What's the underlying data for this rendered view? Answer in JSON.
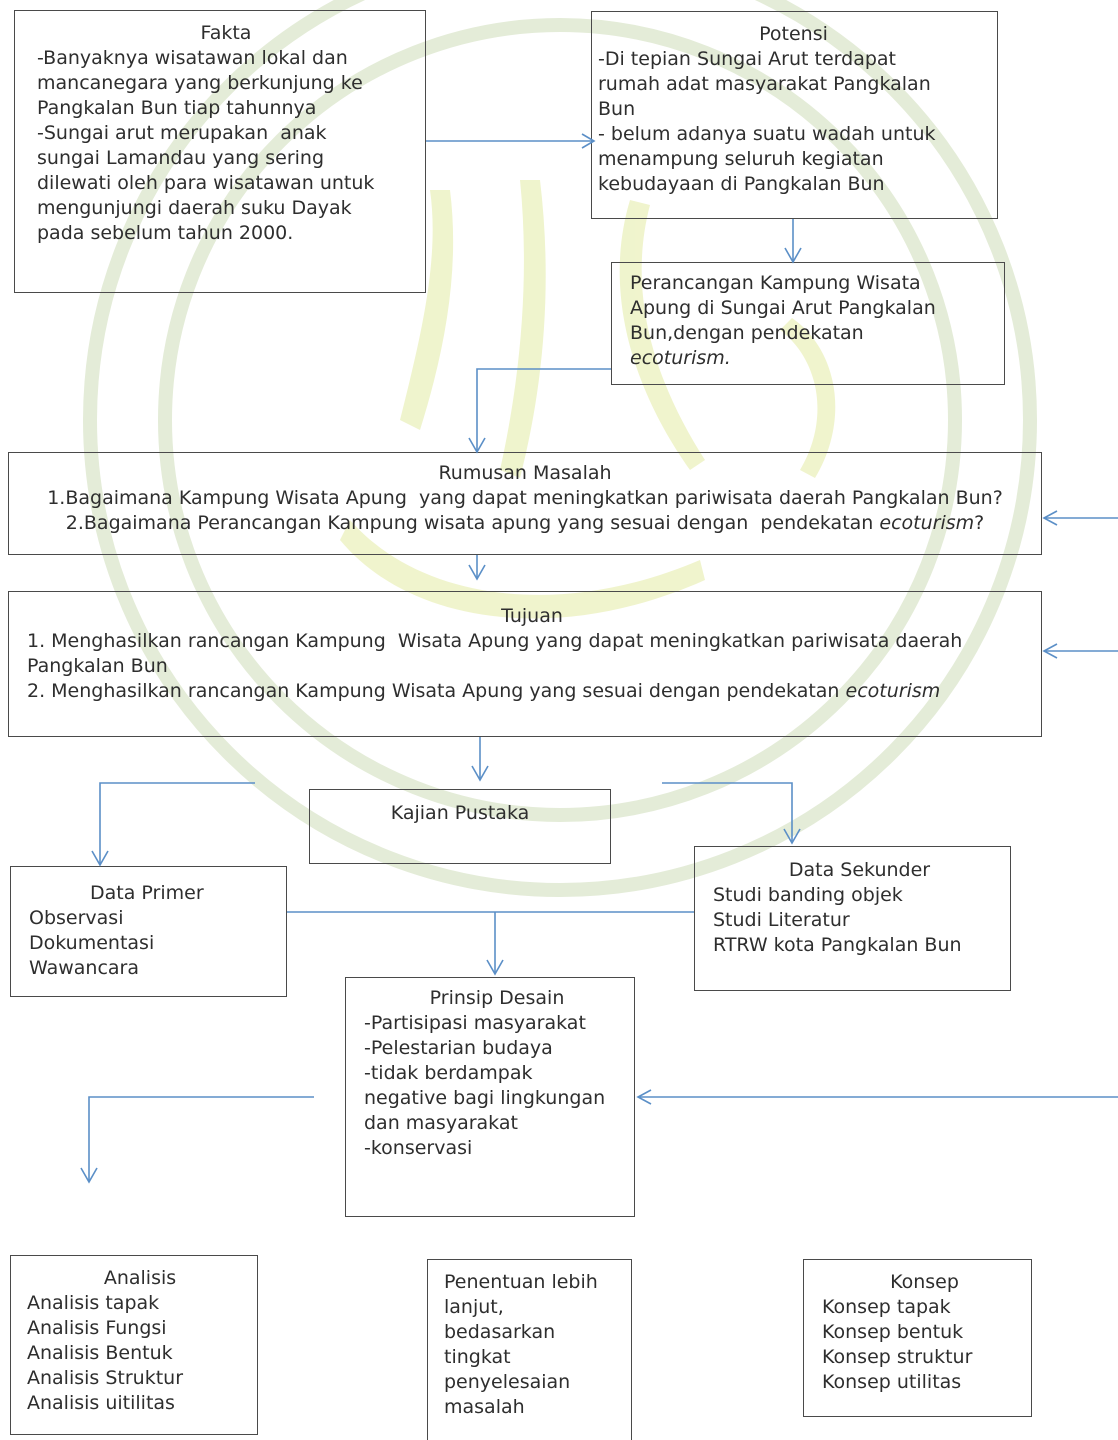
{
  "boxes": {
    "fakta": {
      "title": "Fakta",
      "lines": [
        "-Banyaknya wisatawan lokal dan",
        "mancanegara yang berkunjung ke",
        "Pangkalan Bun tiap tahunnya",
        "-Sungai arut merupakan  anak",
        "sungai Lamandau yang sering",
        "dilewati oleh para wisatawan untuk",
        "mengunjungi daerah suku Dayak",
        "pada sebelum tahun 2000."
      ]
    },
    "potensi": {
      "title": "Potensi",
      "lines": [
        "-Di tepian Sungai Arut terdapat",
        "rumah adat masyarakat Pangkalan",
        "Bun",
        "- belum adanya suatu wadah untuk",
        "menampung seluruh kegiatan",
        "kebudayaan di Pangkalan Bun"
      ]
    },
    "perancangan": {
      "lines": [
        "Perancangan Kampung Wisata",
        "Apung di Sungai Arut Pangkalan",
        "Bun,dengan pendekatan"
      ],
      "italic": "ecoturism."
    },
    "rumusan": {
      "title": "Rumusan Masalah",
      "line1": "1.Bagaimana Kampung Wisata Apung  yang dapat meningkatkan pariwisata daerah Pangkalan Bun?",
      "line2_pre": "2.Bagaimana Perancangan Kampung wisata apung yang sesuai dengan  pendekatan ",
      "line2_italic": "ecoturism",
      "line2_post": "?"
    },
    "tujuan": {
      "title": "Tujuan",
      "line1a": "1. Menghasilkan rancangan Kampung  Wisata Apung yang dapat meningkatkan pariwisata daerah",
      "line1b": "Pangkalan Bun",
      "line2_pre": "2. Menghasilkan rancangan Kampung Wisata Apung yang sesuai dengan pendekatan ",
      "line2_italic": "ecoturism"
    },
    "kajian": {
      "title": "Kajian Pustaka"
    },
    "data_primer": {
      "title": "Data Primer",
      "lines": [
        "Observasi",
        "Dokumentasi",
        "Wawancara"
      ]
    },
    "data_sekunder": {
      "title": "Data Sekunder",
      "lines": [
        "Studi banding objek",
        "Studi Literatur",
        "RTRW kota Pangkalan Bun"
      ]
    },
    "prinsip": {
      "title": "Prinsip Desain",
      "lines": [
        "-Partisipasi masyarakat",
        "-Pelestarian budaya",
        "-tidak berdampak",
        "negative bagi lingkungan",
        "dan masyarakat",
        "-konservasi"
      ]
    },
    "analisis": {
      "title": "Analisis",
      "lines": [
        "Analisis tapak",
        "Analisis Fungsi",
        "Analisis Bentuk",
        "Analisis Struktur",
        "Analisis uitilitas"
      ]
    },
    "penentuan": {
      "lines": [
        "Penentuan lebih",
        "lanjut,",
        "bedasarkan",
        "tingkat",
        "penyelesaian",
        "masalah"
      ]
    },
    "konsep": {
      "title": "Konsep",
      "lines": [
        "Konsep tapak",
        "Konsep bentuk",
        "Konsep struktur",
        "Konsep utilitas"
      ]
    },
    "colors": {
      "arrow": "#5b8fc7",
      "border": "#4a4a4a",
      "text": "#2e2e2e"
    }
  }
}
